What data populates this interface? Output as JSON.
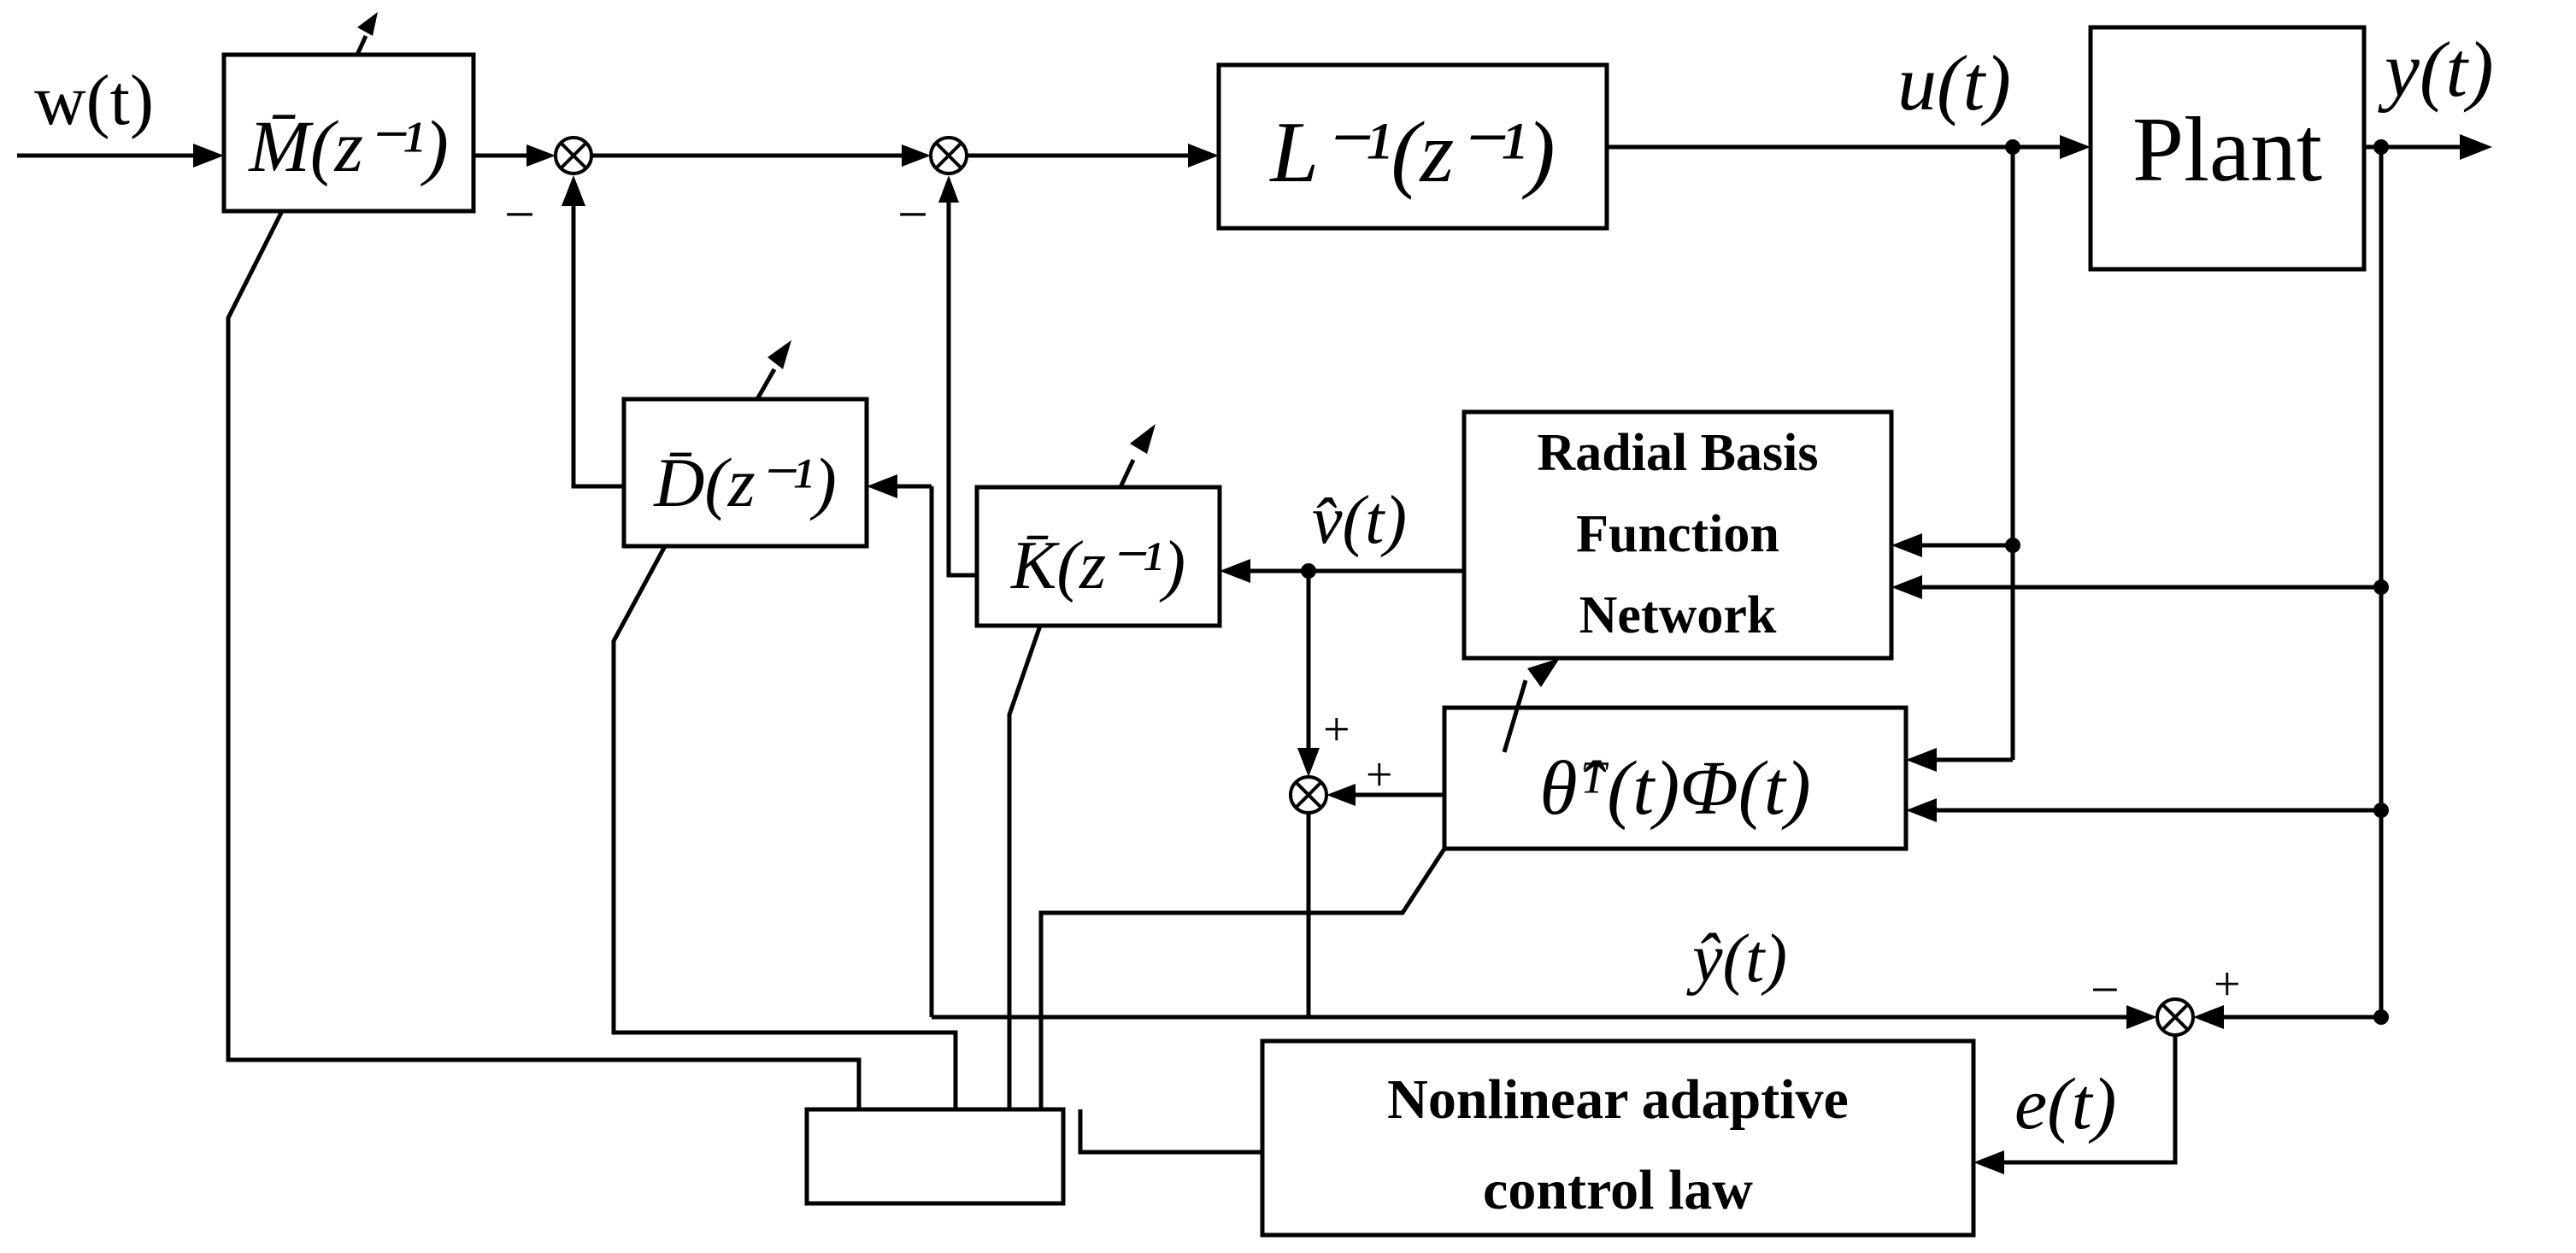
{
  "signals": {
    "w": "w(t)",
    "u": "u(t)",
    "y": "y(t)",
    "v_hat": "v̂(t)",
    "y_hat": "ŷ(t)",
    "e": "e(t)"
  },
  "blocks": {
    "m_bar": "M̄(z⁻¹)",
    "d_bar": "D̄(z⁻¹)",
    "k_bar": "K̄(z⁻¹)",
    "l_inv": "L⁻¹(z⁻¹)",
    "plant": "Plant",
    "rbf_line1": "Radial Basis",
    "rbf_line2": "Function",
    "rbf_line3": "Network",
    "theta_phi": "θ̂ᵀ(t)Φ(t)",
    "nacl_line1": "Nonlinear adaptive",
    "nacl_line2": "control law"
  },
  "signs": {
    "sum1_minus": "−",
    "sum2_minus": "−",
    "sum3_plus_top": "+",
    "sum3_plus_right": "+",
    "sum4_minus": "−",
    "sum4_plus": "+"
  }
}
